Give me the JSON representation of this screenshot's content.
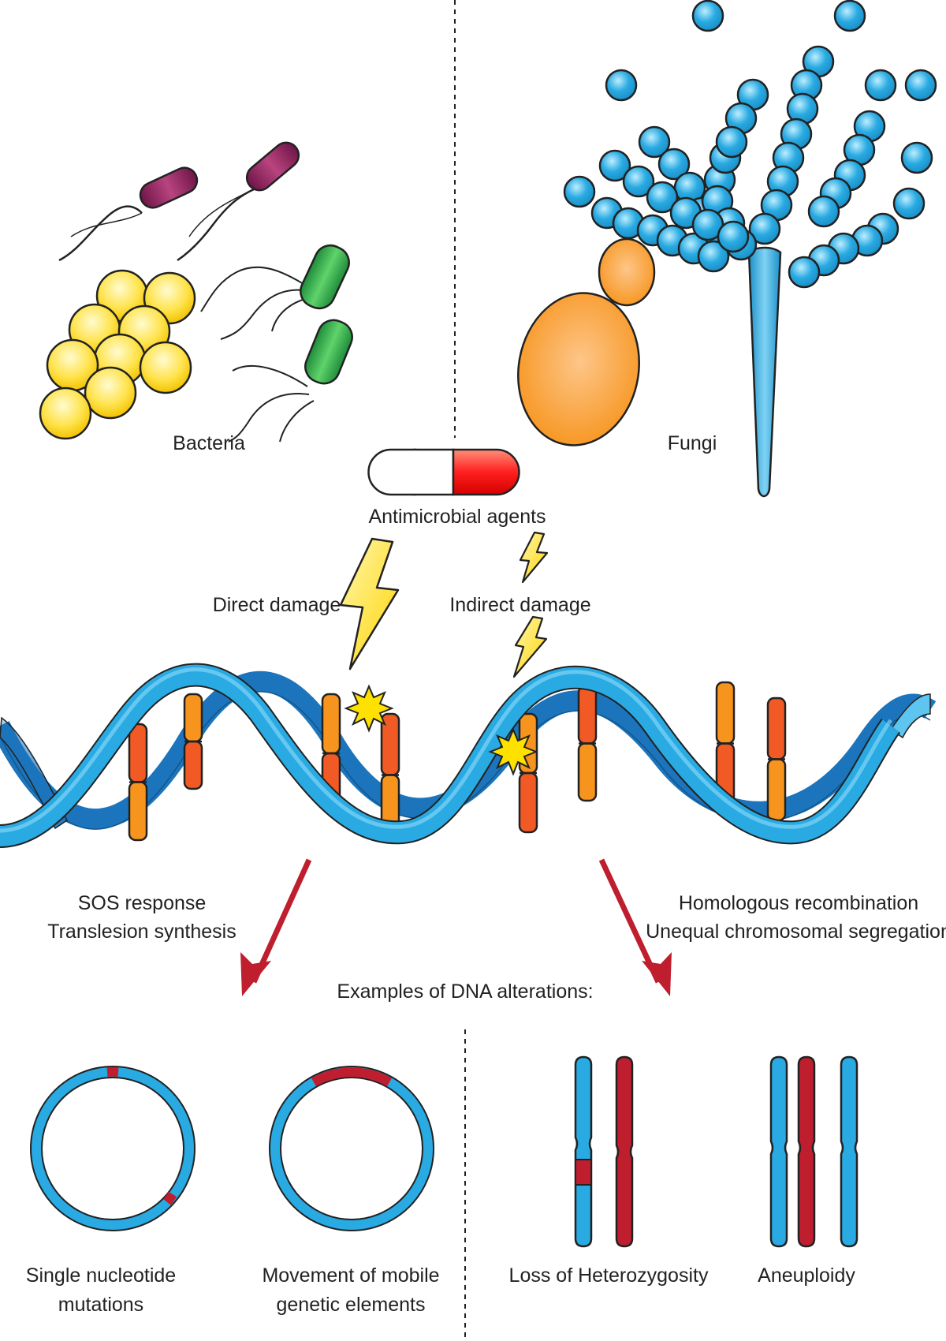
{
  "organisms": {
    "bacteria_label": "Bacteria",
    "fungi_label": "Fungi"
  },
  "agent": {
    "label": "Antimicrobial agents"
  },
  "damage": {
    "direct_label": "Direct damage",
    "indirect_label": "Indirect damage"
  },
  "pathways": {
    "left_line1": "SOS response",
    "left_line2": "Translesion synthesis",
    "right_line1": "Homologous recombination",
    "right_line2": "Unequal chromosomal segregation"
  },
  "alterations": {
    "heading": "Examples of DNA alterations:",
    "snm_line1": "Single nucleotide",
    "snm_line2": "mutations",
    "mge_line1": "Movement of mobile",
    "mge_line2": "genetic elements",
    "loh": "Loss of Heterozygosity",
    "aneuploidy": "Aneuploidy"
  },
  "colors": {
    "blue": "#29aae2",
    "dark_blue": "#1c75bc",
    "red": "#be1e2d",
    "orange": "#f7941d",
    "orange_red": "#f15a24",
    "yellow": "#ffe34d",
    "green": "#39b54a",
    "purple": "#9e1f63"
  }
}
